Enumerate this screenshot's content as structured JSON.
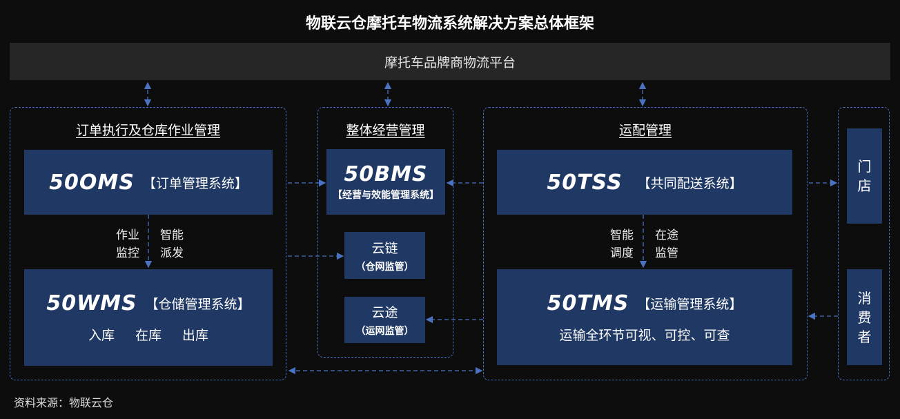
{
  "title": "物联云仓摩托车物流系统解决方案总体框架",
  "platform": "摩托车品牌商物流平台",
  "groups": {
    "order": {
      "title": "订单执行及仓库作业管理",
      "oms": {
        "logo_a": "5",
        "logo_b": "0",
        "logo_c": "OMS",
        "label": "【订单管理系统】"
      },
      "flow_left": [
        "作业",
        "监控"
      ],
      "flow_right": [
        "智能",
        "派发"
      ],
      "wms": {
        "logo_a": "5",
        "logo_b": "0",
        "logo_c": "WMS",
        "label": "【仓储管理系统】",
        "items": [
          "入库",
          "在库",
          "出库"
        ]
      }
    },
    "ops": {
      "title": "整体经营管理",
      "bms": {
        "logo_a": "5",
        "logo_b": "0",
        "logo_c": "BMS",
        "label": "【经营与效能管理系统】"
      },
      "yunlian": {
        "name": "云链",
        "sub": "（仓网监管）"
      },
      "yuntu": {
        "name": "云途",
        "sub": "（运网监管）"
      }
    },
    "dist": {
      "title": "运配管理",
      "tss": {
        "logo_a": "5",
        "logo_b": "0",
        "logo_c": "TSS",
        "label": "【共同配送系统】"
      },
      "flow_left": [
        "智能",
        "调度"
      ],
      "flow_right": [
        "在途",
        "监管"
      ],
      "tms": {
        "logo_a": "5",
        "logo_b": "0",
        "logo_c": "TMS",
        "label": "【运输管理系统】",
        "desc": "运输全环节可视、可控、可查"
      }
    },
    "ends": {
      "store": "门店",
      "consumer": "消费者"
    }
  },
  "footer": "资料来源：物联云仓",
  "colors": {
    "box": "#1f3864",
    "border": "#4a72c0",
    "accent": "#d0101a"
  }
}
